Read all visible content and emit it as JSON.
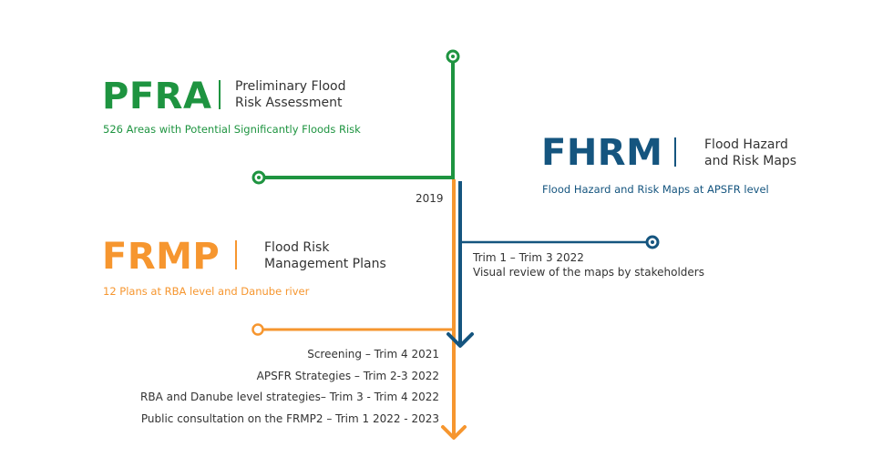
{
  "colors": {
    "pfra": "#1e9440",
    "fhrm": "#15557f",
    "frmp": "#f6962f",
    "text": "#333333"
  },
  "pfra": {
    "abbr": "PFRA",
    "full_name": "Preliminary Flood\nRisk Assessment",
    "subtitle": "526 Areas with Potential Significantly Floods Risk"
  },
  "fhrm": {
    "abbr": "FHRM",
    "full_name": "Flood Hazard\nand Risk Maps",
    "subtitle": "Flood Hazard and Risk Maps at APSFR level"
  },
  "frmp": {
    "abbr": "FRMP",
    "full_name": "Flood Risk\nManagement Plans",
    "subtitle": "12 Plans at RBA level and Danube river"
  },
  "timeline": {
    "year_label": "2019",
    "review_period": "Trim 1 – Trim 3 2022",
    "review_desc": "Visual review of the maps by stakeholders",
    "frmp_steps": [
      "Screening – Trim 4 2021",
      "APSFR Strategies – Trim 2-3 2022",
      "RBA and Danube level strategies– Trim 3 - Trim 4 2022",
      "Public consultation on the FRMP2 – Trim 1 2022 - 2023"
    ]
  }
}
